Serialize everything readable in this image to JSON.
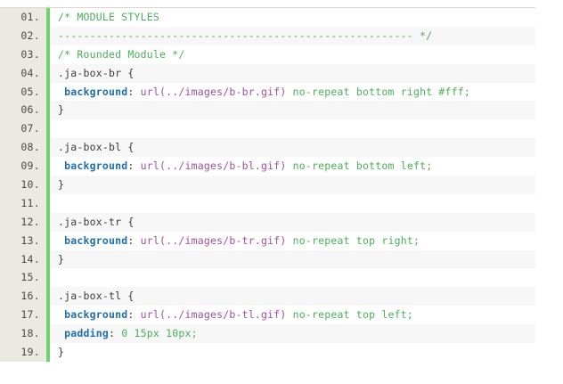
{
  "code_viewer": {
    "language": "css",
    "gutter_suffix": ".",
    "colors": {
      "gutter_bg": "#eaeae2",
      "rule_bar": "#6ed669",
      "row_odd_bg": "#ffffff",
      "row_even_bg": "#f7f7f7",
      "comment": "#4cae5a",
      "property": "#1f6fb0",
      "url": "#9e4f9e",
      "value": "#4cae5a",
      "selector": "#3b3b3b"
    },
    "lines": [
      {
        "number": "01.",
        "tokens": [
          {
            "type": "comment",
            "text": "/* MODULE STYLES"
          }
        ]
      },
      {
        "number": "02.",
        "tokens": [
          {
            "type": "comment",
            "text": "-------------------------------------------------------- */"
          }
        ]
      },
      {
        "number": "03.",
        "tokens": [
          {
            "type": "comment",
            "text": "/* Rounded Module */"
          }
        ]
      },
      {
        "number": "04.",
        "tokens": [
          {
            "type": "selector",
            "text": ".ja-box-br {"
          }
        ]
      },
      {
        "number": "05.",
        "tokens": [
          {
            "type": "plain",
            "text": " "
          },
          {
            "type": "prop",
            "text": "background"
          },
          {
            "type": "punct",
            "text": ": "
          },
          {
            "type": "url",
            "text": "url(../images/b-br.gif)"
          },
          {
            "type": "value",
            "text": " no-repeat bottom right #fff;"
          }
        ]
      },
      {
        "number": "06.",
        "tokens": [
          {
            "type": "selector",
            "text": "}"
          }
        ]
      },
      {
        "number": "07.",
        "tokens": [
          {
            "type": "plain",
            "text": ""
          }
        ]
      },
      {
        "number": "08.",
        "tokens": [
          {
            "type": "selector",
            "text": ".ja-box-bl {"
          }
        ]
      },
      {
        "number": "09.",
        "tokens": [
          {
            "type": "plain",
            "text": " "
          },
          {
            "type": "prop",
            "text": "background"
          },
          {
            "type": "punct",
            "text": ": "
          },
          {
            "type": "url",
            "text": "url(../images/b-bl.gif)"
          },
          {
            "type": "value",
            "text": " no-repeat bottom left;"
          }
        ]
      },
      {
        "number": "10.",
        "tokens": [
          {
            "type": "selector",
            "text": "}"
          }
        ]
      },
      {
        "number": "11.",
        "tokens": [
          {
            "type": "plain",
            "text": ""
          }
        ]
      },
      {
        "number": "12.",
        "tokens": [
          {
            "type": "selector",
            "text": ".ja-box-tr {"
          }
        ]
      },
      {
        "number": "13.",
        "tokens": [
          {
            "type": "plain",
            "text": " "
          },
          {
            "type": "prop",
            "text": "background"
          },
          {
            "type": "punct",
            "text": ": "
          },
          {
            "type": "url",
            "text": "url(../images/b-tr.gif)"
          },
          {
            "type": "value",
            "text": " no-repeat top right;"
          }
        ]
      },
      {
        "number": "14.",
        "tokens": [
          {
            "type": "selector",
            "text": "}"
          }
        ]
      },
      {
        "number": "15.",
        "tokens": [
          {
            "type": "plain",
            "text": ""
          }
        ]
      },
      {
        "number": "16.",
        "tokens": [
          {
            "type": "selector",
            "text": ".ja-box-tl {"
          }
        ]
      },
      {
        "number": "17.",
        "tokens": [
          {
            "type": "plain",
            "text": " "
          },
          {
            "type": "prop",
            "text": "background"
          },
          {
            "type": "punct",
            "text": ": "
          },
          {
            "type": "url",
            "text": "url(../images/b-tl.gif)"
          },
          {
            "type": "value",
            "text": " no-repeat top left;"
          }
        ]
      },
      {
        "number": "18.",
        "tokens": [
          {
            "type": "plain",
            "text": " "
          },
          {
            "type": "prop",
            "text": "padding"
          },
          {
            "type": "punct",
            "text": ": "
          },
          {
            "type": "value",
            "text": "0 15px 10px;"
          }
        ]
      },
      {
        "number": "19.",
        "tokens": [
          {
            "type": "selector",
            "text": "}"
          }
        ]
      }
    ]
  }
}
